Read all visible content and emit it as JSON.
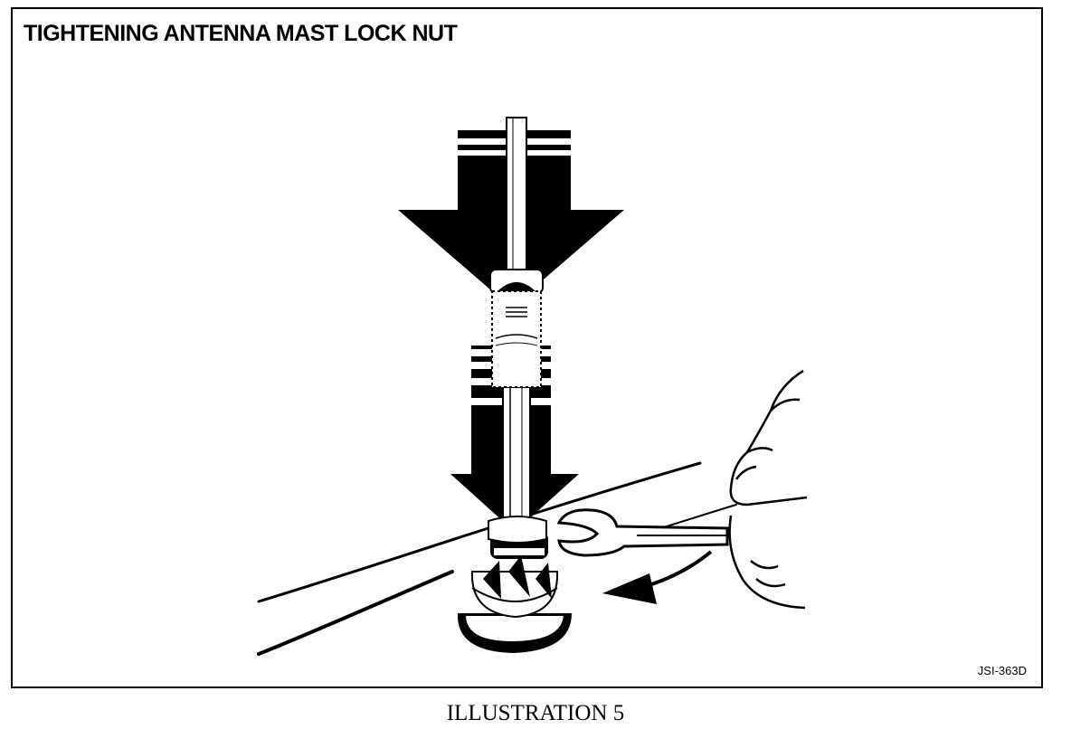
{
  "figure": {
    "title": "TIGHTENING ANTENNA MAST LOCK NUT",
    "code": "JSI-363D"
  },
  "caption": "ILLUSTRATION 5"
}
